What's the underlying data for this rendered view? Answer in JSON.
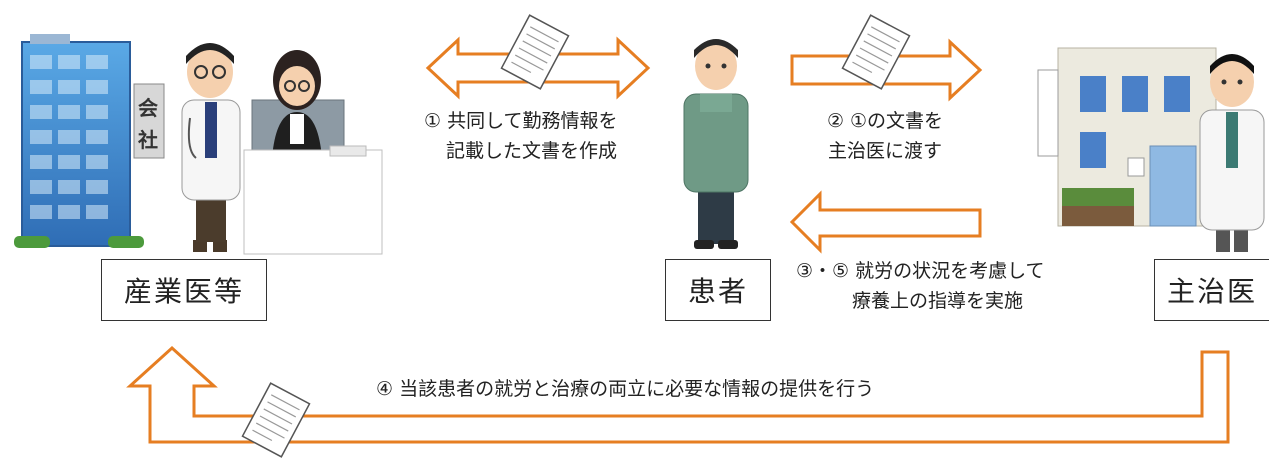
{
  "colors": {
    "arrow": "#e67e22",
    "arrow_fill": "#ffffff"
  },
  "top_partial_text": "",
  "actors": {
    "occupational_physician": "産業医等",
    "patient": "患者",
    "attending_physician": "主治医"
  },
  "company_sign": [
    "会",
    "社"
  ],
  "steps": {
    "step1_line1": "① 共同して勤務情報を",
    "step1_line2": "記載した文書を作成",
    "step2_line1": "② ①の文書を",
    "step2_line2": "主治医に渡す",
    "step35_line1": "③・⑤ 就労の状況を考慮して",
    "step35_line2": "療養上の指導を実施",
    "step4": "④ 当該患者の就労と治療の両立に必要な情報の提供を行う"
  },
  "icons": [
    "company-building-icon",
    "doctor-icon",
    "office-worker-icon",
    "patient-icon",
    "clinic-building-icon",
    "document-icon"
  ]
}
